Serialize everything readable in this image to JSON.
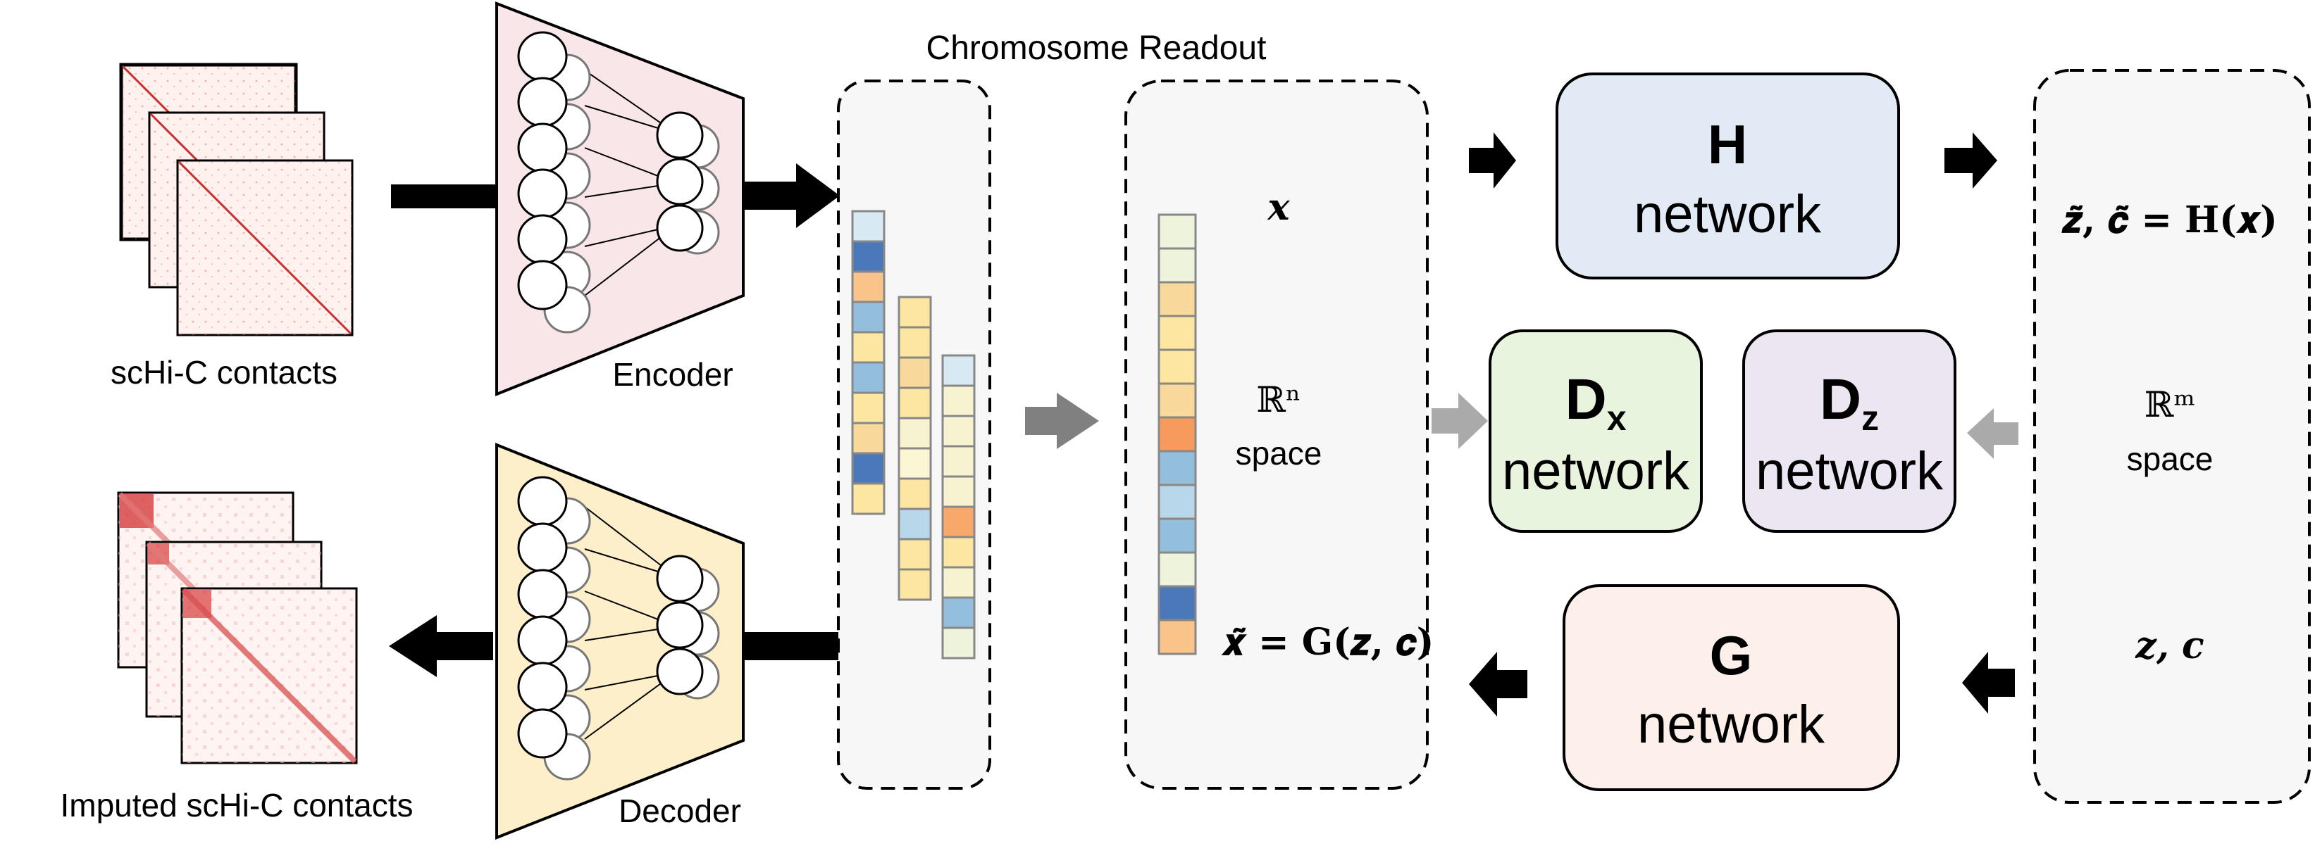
{
  "figure": {
    "colors": {
      "encoder_fill": "#f8e6e8",
      "decoder_fill": "#fcefc9",
      "h_fill": "#e2eaf6",
      "g_fill": "#fdf0ea",
      "dx_fill": "#e8f4de",
      "dz_fill": "#ece6f3",
      "grey_arrow": "#999999"
    },
    "contacts_input": {
      "label": "scHi-C contacts"
    },
    "contacts_output": {
      "label": "Imputed scHi-C contacts"
    },
    "encoder": {
      "label": "Encoder"
    },
    "decoder": {
      "label": "Decoder"
    },
    "chromosome_readout": {
      "label": "Chromosome Readout"
    },
    "rn_space": {
      "x_symbol": "𝒙",
      "space_symbol": "ℝⁿ",
      "space_word": "space",
      "equation": "𝒙̃ = G(𝒛, 𝒄)"
    },
    "rm_space": {
      "equation": "𝒛̃, 𝒄̃ = H(𝒙)",
      "space_symbol": "ℝᵐ",
      "space_word": "space",
      "zc_symbol": "𝒛, 𝒄"
    },
    "networks": {
      "H": {
        "letter": "H",
        "word": "network"
      },
      "G": {
        "letter": "G",
        "word": "network"
      },
      "Dx": {
        "letter": "D",
        "subscript": "x",
        "word": "network"
      },
      "Dz": {
        "letter": "D",
        "subscript": "z",
        "word": "network"
      }
    },
    "feature_vectors": {
      "vec1": [
        "#d7e9f3",
        "#4a78b8",
        "#f9c489",
        "#93bfdd",
        "#fde6a2",
        "#93bfdd",
        "#fde6a2",
        "#f9d89b",
        "#4a78b8",
        "#fde6a2"
      ],
      "vec2": [
        "#fde6a2",
        "#fde6a2",
        "#f9d89b",
        "#fde6a2",
        "#f7f3d0",
        "#fbf6d3",
        "#fde6a2",
        "#b9d7ea",
        "#fde6a2",
        "#fde6a2"
      ],
      "vec3": [
        "#d7e9f3",
        "#f7f3d0",
        "#f7f3d0",
        "#f7f3d0",
        "#f7f3d0",
        "#f7a86a",
        "#fde6a2",
        "#f7f3d0",
        "#93bfdd",
        "#eef4dc"
      ],
      "main": [
        "#eef4dc",
        "#eef4dc",
        "#f9d89b",
        "#fde6a2",
        "#fde6a2",
        "#f9d89b",
        "#f79a5e",
        "#93bfdd",
        "#b9d7ea",
        "#93bfdd",
        "#eef4dc",
        "#4a78b8",
        "#f9c489"
      ]
    }
  }
}
